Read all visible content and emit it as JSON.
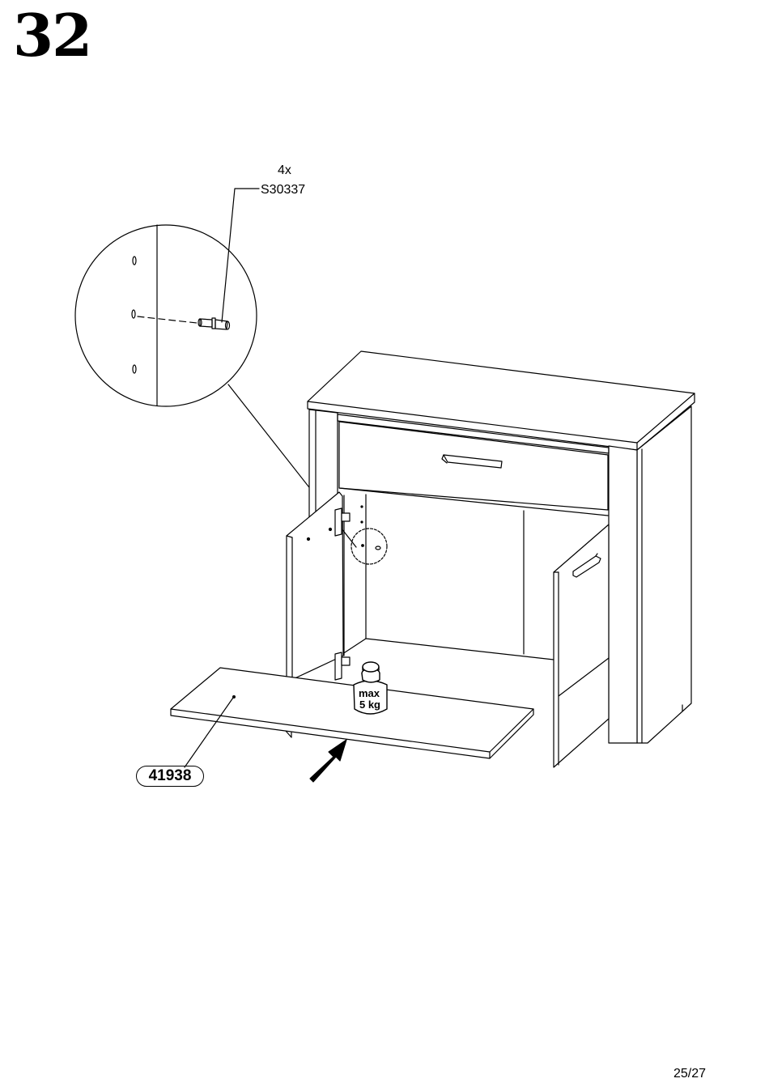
{
  "step": {
    "number": "32"
  },
  "hardware": {
    "quantity": "4x",
    "code": "S30337"
  },
  "weight_limit": {
    "line1": "max",
    "line2": "5 kg"
  },
  "part": {
    "number": "41938"
  },
  "page": {
    "label": "25/27"
  }
}
